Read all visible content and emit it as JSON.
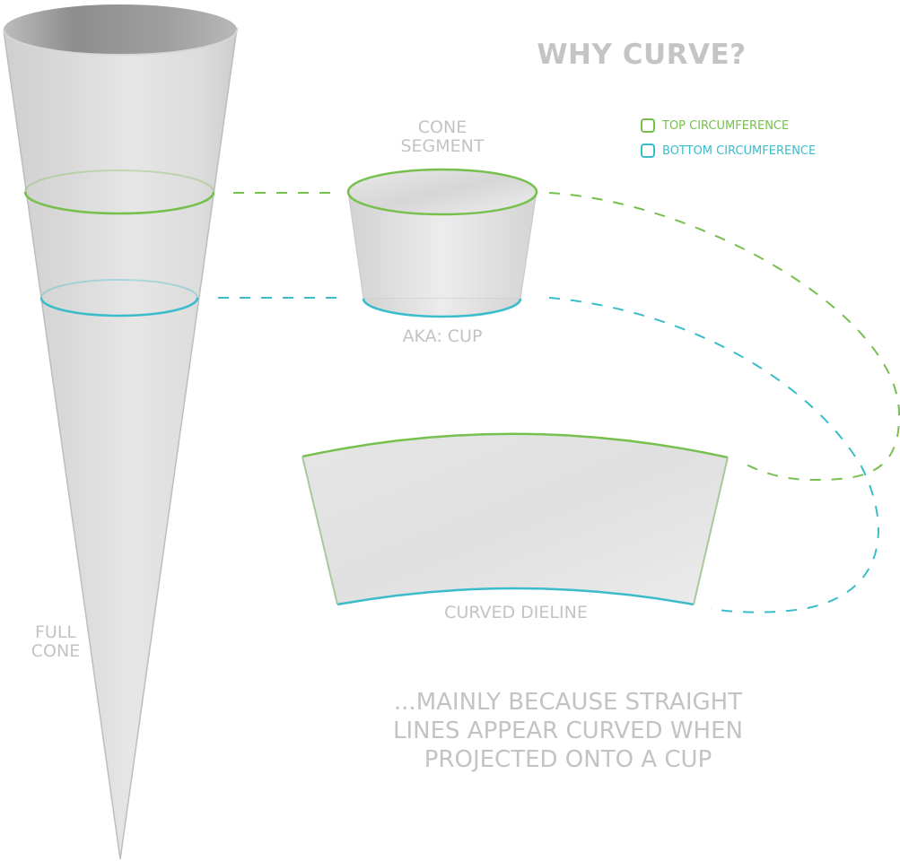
{
  "title": "WHY CURVE?",
  "colors": {
    "top": "#77c04e",
    "bottom": "#3bbccb",
    "label_gray": "#c3c3c3",
    "shape_fill": "#e2e2e2"
  },
  "legend": [
    {
      "label": "TOP CIRCUMFERENCE",
      "color": "#77c04e"
    },
    {
      "label": "BOTTOM CIRCUMFERENCE",
      "color": "#3bbccb"
    }
  ],
  "labels": {
    "cone_segment_line1": "CONE",
    "cone_segment_line2": "SEGMENT",
    "aka": "AKA: CUP",
    "curved_dieline": "CURVED DIELINE",
    "full_cone_line1": "FULL",
    "full_cone_line2": "CONE"
  },
  "footer": {
    "line1": "...MAINLY BECAUSE STRAIGHT",
    "line2": "LINES APPEAR CURVED WHEN",
    "line3": "PROJECTED ONTO A CUP"
  }
}
